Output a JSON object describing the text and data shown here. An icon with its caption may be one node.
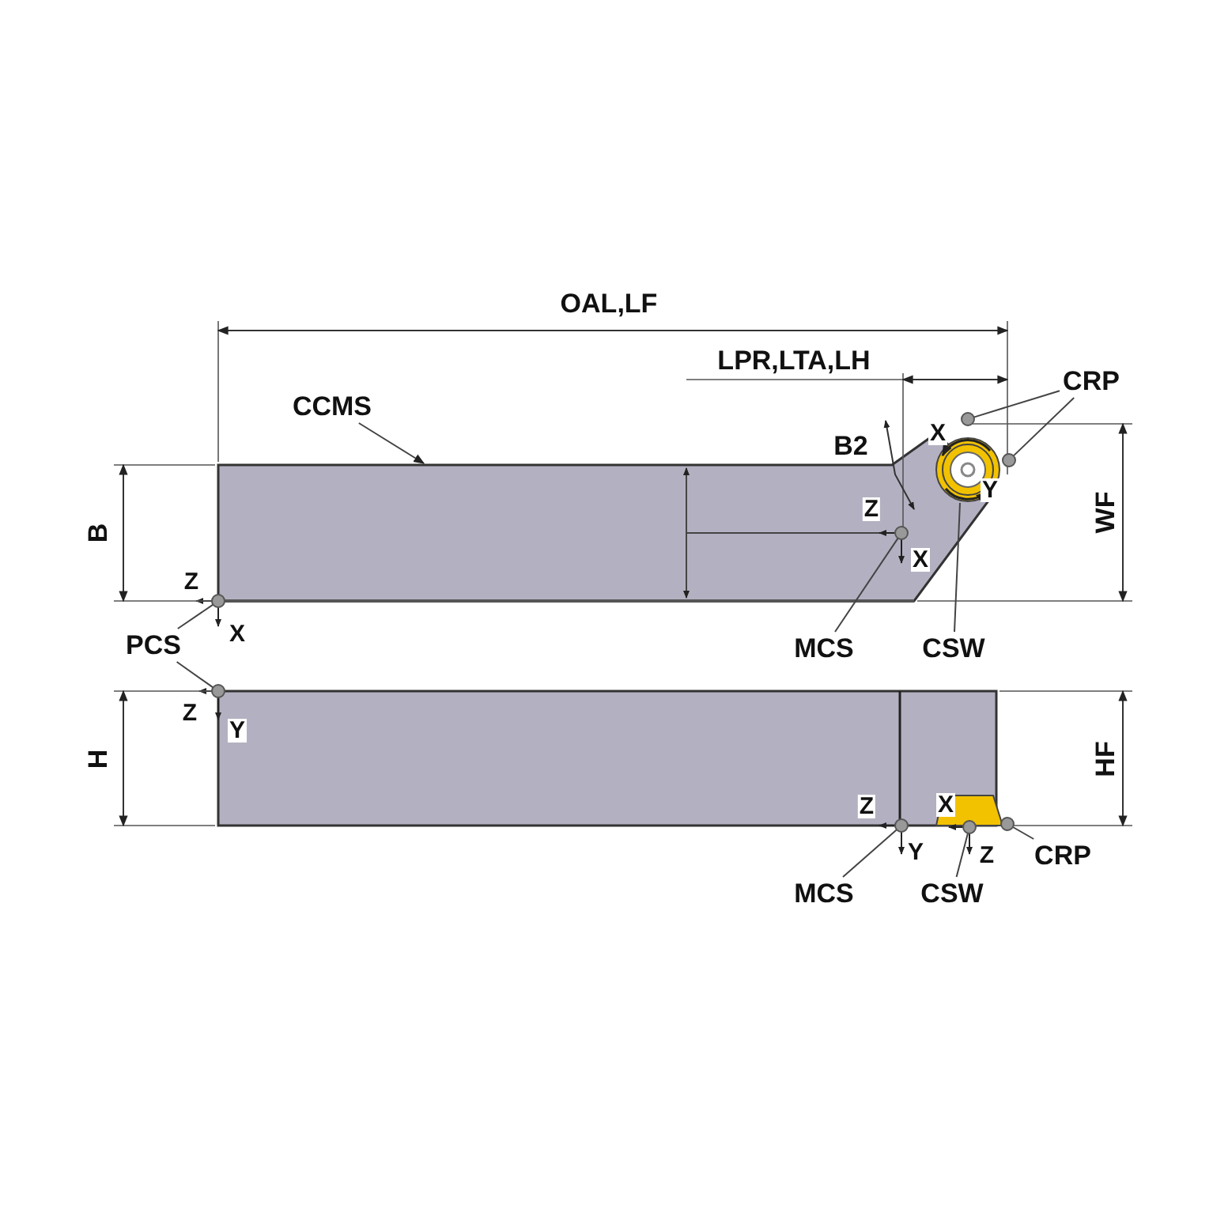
{
  "diagram": {
    "nodes": [
      {
        "text": [
          "CCMS"
        ]
      },
      {
        "text": [
          "CRP"
        ]
      },
      {
        "text": [],
        "shape": "circle"
      },
      {
        "text": [],
        "shape": "circle"
      },
      {
        "text": [],
        "shape": "circle"
      },
      {
        "text": [
          "PCS"
        ]
      },
      {
        "text": [],
        "shape": "circle"
      },
      {
        "text": [],
        "shape": "circle"
      },
      {
        "text": [
          "MCS"
        ]
      },
      {
        "text": [
          "CSW"
        ]
      },
      {
        "text": [],
        "shape": "circle"
      },
      {
        "text": [],
        "shape": "circle"
      },
      {
        "text": [],
        "shape": "circle"
      },
      {
        "text": [
          "CRP"
        ]
      },
      {
        "text": [
          "MCS"
        ]
      },
      {
        "text": [
          "CSW"
        ]
      }
    ],
    "edges": [
      {
        "from": 0,
        "to": null,
        "arrow": "to"
      },
      {
        "from": 1,
        "to": 2,
        "arrow": "none"
      },
      {
        "from": 1,
        "to": 3,
        "arrow": "none"
      },
      {
        "from": 5,
        "to": 4,
        "arrow": "none"
      },
      {
        "from": 5,
        "to": 6,
        "arrow": "none"
      },
      {
        "from": 8,
        "to": 7,
        "arrow": "none"
      },
      {
        "from": 9,
        "to": null,
        "arrow": "none"
      },
      {
        "from": 14,
        "to": 10,
        "arrow": "none"
      },
      {
        "from": 15,
        "to": 11,
        "arrow": "none"
      },
      {
        "from": 13,
        "to": 12,
        "arrow": "none"
      }
    ],
    "labels": [
      "OAL,LF",
      "LPR,LTA,LH",
      "B2",
      "X",
      "Y",
      "WF",
      "Z",
      "B",
      "X",
      "Z",
      "X",
      "H",
      "Z",
      "Y",
      "HF",
      "Z",
      "X",
      "Y",
      "Z"
    ]
  }
}
